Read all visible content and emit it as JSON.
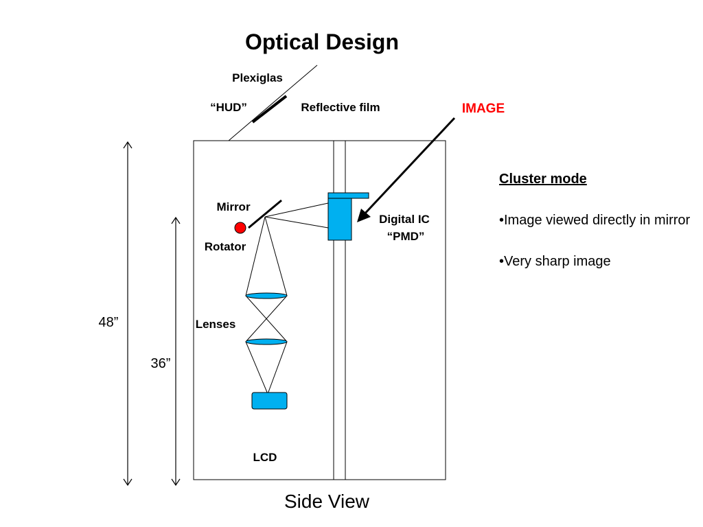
{
  "title": "Optical Design",
  "subtitle": "Side View",
  "labels": {
    "plexiglas": "Plexiglas",
    "hud": "“HUD”",
    "reflective_film": "Reflective film",
    "image": "IMAGE",
    "mirror": "Mirror",
    "rotator": "Rotator",
    "digital_ic": "Digital IC",
    "pmd": "“PMD”",
    "lenses": "Lenses",
    "lcd": "LCD"
  },
  "dimensions": {
    "outer": "48”",
    "inner": "36”"
  },
  "panel": {
    "heading": "Cluster mode",
    "bullets": [
      "•Image viewed directly in mirror",
      "•Very sharp image"
    ]
  },
  "colors": {
    "component_blue": "#00b0f0",
    "rotator_red": "#ff0000",
    "image_label_red": "#ff0000",
    "outline": "#000000"
  }
}
